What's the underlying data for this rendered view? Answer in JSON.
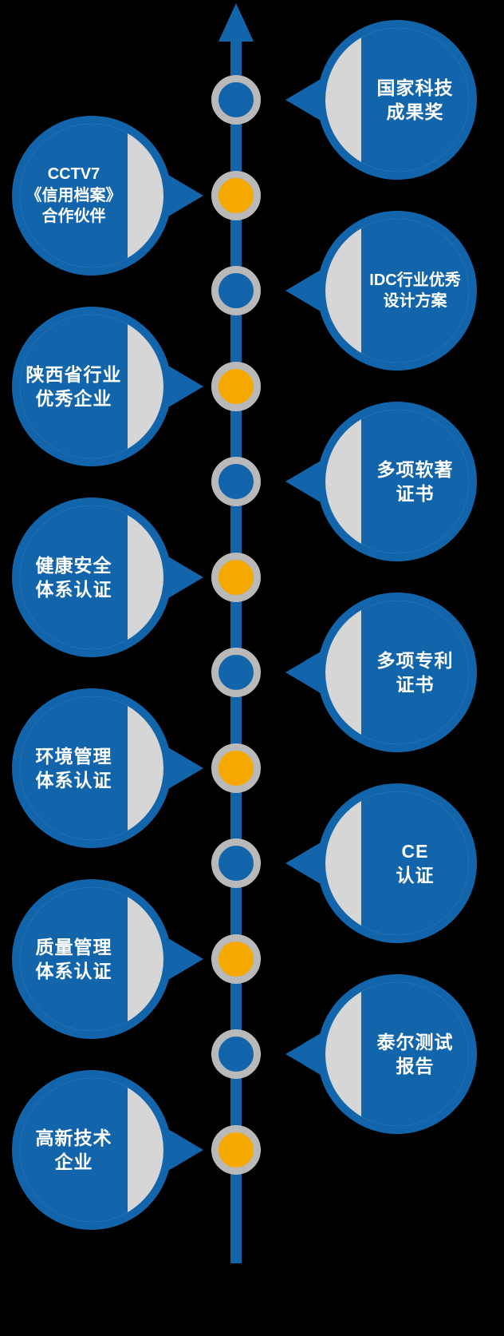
{
  "colors": {
    "blue": "#1365ab",
    "orange": "#f5a800",
    "balloon_gray": "#d6d6d6",
    "ring_gray": "#b9b9b9",
    "bg": "#000000",
    "text": "#ffffff"
  },
  "timeline": {
    "direction": "up",
    "items": [
      {
        "label": "国家科技\n成果奖",
        "side": "right",
        "node_color": "blue"
      },
      {
        "label": "CCTV7\n《信用档案》\n合作伙伴",
        "side": "left",
        "node_color": "orange"
      },
      {
        "label": "IDC行业优秀\n设计方案",
        "side": "right",
        "node_color": "blue"
      },
      {
        "label": "陕西省行业\n优秀企业",
        "side": "left",
        "node_color": "orange"
      },
      {
        "label": "多项软著\n证书",
        "side": "right",
        "node_color": "blue"
      },
      {
        "label": "健康安全\n体系认证",
        "side": "left",
        "node_color": "orange"
      },
      {
        "label": "多项专利\n证书",
        "side": "right",
        "node_color": "blue"
      },
      {
        "label": "环境管理\n体系认证",
        "side": "left",
        "node_color": "orange"
      },
      {
        "label": "CE\n认证",
        "side": "right",
        "node_color": "blue"
      },
      {
        "label": "质量管理\n体系认证",
        "side": "left",
        "node_color": "orange"
      },
      {
        "label": "泰尔测试\n报告",
        "side": "right",
        "node_color": "blue"
      },
      {
        "label": "高新技术\n企业",
        "side": "left",
        "node_color": "orange"
      }
    ]
  }
}
